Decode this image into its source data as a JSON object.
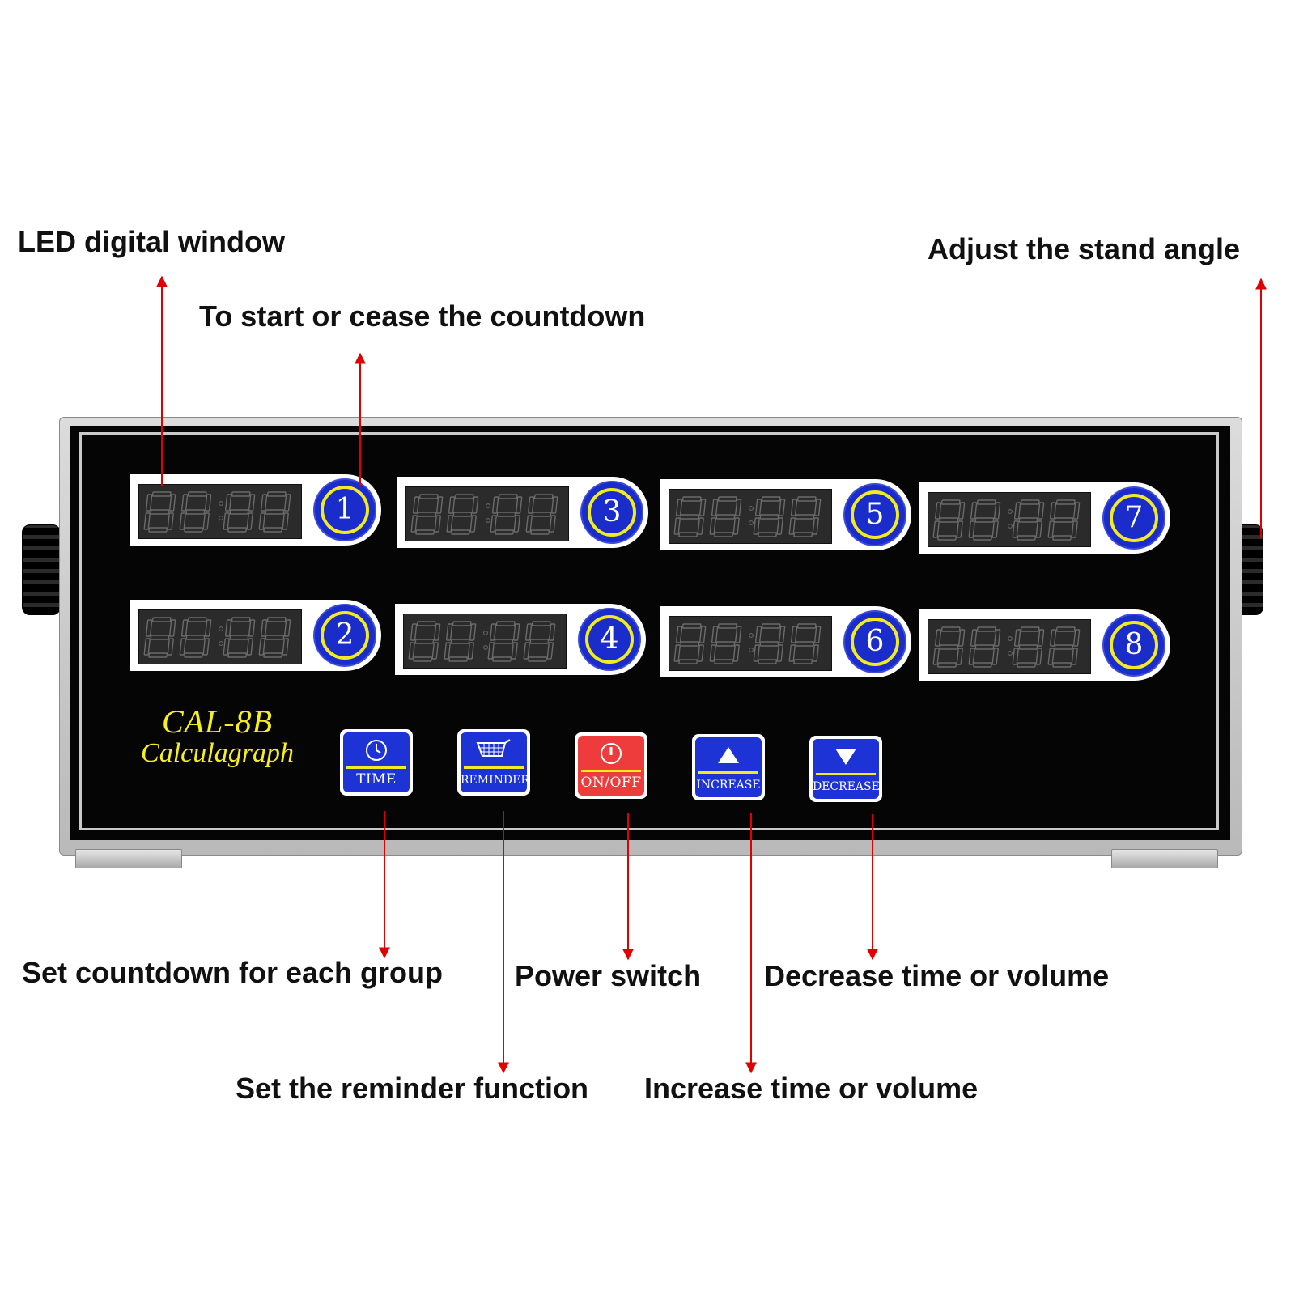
{
  "callouts": {
    "led_window": "LED digital window",
    "start_cease": "To start or cease the countdown",
    "stand_angle": "Adjust the stand angle",
    "set_countdown": "Set countdown for each group",
    "power_switch": "Power switch",
    "decrease": "Decrease time or volume",
    "reminder": "Set the reminder function",
    "increase": "Increase time or volume"
  },
  "device": {
    "model": "CAL-8B",
    "name": "Calculagraph",
    "timers": [
      {
        "number": "1"
      },
      {
        "number": "2"
      },
      {
        "number": "3"
      },
      {
        "number": "4"
      },
      {
        "number": "5"
      },
      {
        "number": "6"
      },
      {
        "number": "7"
      },
      {
        "number": "8"
      }
    ],
    "keys": {
      "time": "TIME",
      "reminder": "REMINDER",
      "onoff": "ON/OFF",
      "increase": "INCREASE",
      "decrease": "DECREASE"
    }
  },
  "colors": {
    "arrow": "#e00000",
    "button_blue": "#1d33d6",
    "button_red": "#ee3b3b",
    "accent_yellow": "#f2ea22",
    "brand_yellow": "#f5ef22"
  },
  "icons": {
    "time": "clock-icon",
    "reminder": "basket-icon",
    "onoff": "power-icon",
    "increase": "up-triangle-icon",
    "decrease": "down-triangle-icon"
  }
}
